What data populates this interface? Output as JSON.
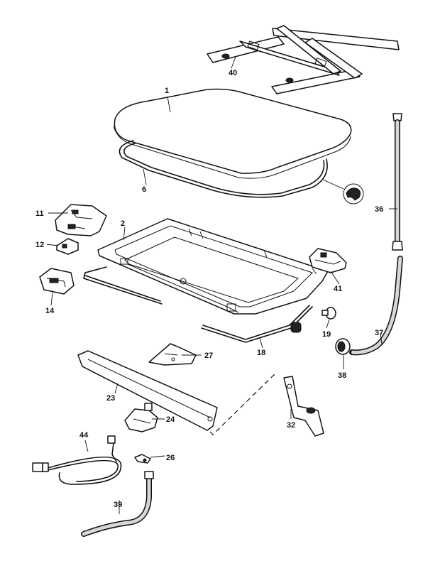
{
  "labels": {
    "p1": "1",
    "p2": "2",
    "p6": "6",
    "p11": "11",
    "p12": "12",
    "p14": "14",
    "p18": "18",
    "p19": "19",
    "p23": "23",
    "p24": "24",
    "p26": "26",
    "p27": "27",
    "p32": "32",
    "p36": "36",
    "p37": "37",
    "p38": "38",
    "p39": "39",
    "p40": "40",
    "p41": "41",
    "p44": "44"
  }
}
